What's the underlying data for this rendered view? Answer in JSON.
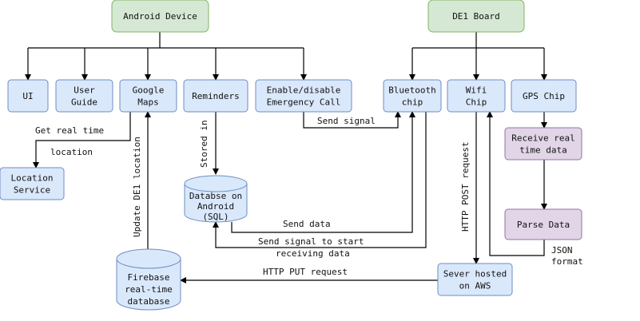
{
  "nodes": {
    "android_device": {
      "lines": [
        "Android Device"
      ],
      "color": "#d5e8d4",
      "stroke": "#82b366"
    },
    "de1_board": {
      "lines": [
        "DE1 Board"
      ],
      "color": "#d5e8d4",
      "stroke": "#82b366"
    },
    "ui": {
      "lines": [
        "UI"
      ],
      "color": "#dae8fc",
      "stroke": "#6c8ebf"
    },
    "user_guide": {
      "lines": [
        "User",
        "Guide"
      ],
      "color": "#dae8fc",
      "stroke": "#6c8ebf"
    },
    "google_maps": {
      "lines": [
        "Google",
        "Maps"
      ],
      "color": "#dae8fc",
      "stroke": "#6c8ebf"
    },
    "reminders": {
      "lines": [
        "Reminders"
      ],
      "color": "#dae8fc",
      "stroke": "#6c8ebf"
    },
    "emergency_call": {
      "lines": [
        "Enable/disable",
        "Emergency Call"
      ],
      "color": "#dae8fc",
      "stroke": "#6c8ebf"
    },
    "bluetooth_chip": {
      "lines": [
        "Bluetooth",
        "chip"
      ],
      "color": "#dae8fc",
      "stroke": "#6c8ebf"
    },
    "wifi_chip": {
      "lines": [
        "Wifi",
        "Chip"
      ],
      "color": "#dae8fc",
      "stroke": "#6c8ebf"
    },
    "gps_chip": {
      "lines": [
        "GPS Chip"
      ],
      "color": "#dae8fc",
      "stroke": "#6c8ebf"
    },
    "location_service": {
      "lines": [
        "Location",
        "Service"
      ],
      "color": "#dae8fc",
      "stroke": "#6c8ebf"
    },
    "receive_data": {
      "lines": [
        "Receive real",
        "time data"
      ],
      "color": "#e1d5e7",
      "stroke": "#9673a6"
    },
    "parse_data": {
      "lines": [
        "Parse Data"
      ],
      "color": "#e1d5e7",
      "stroke": "#9673a6"
    },
    "database_android": {
      "lines": [
        "Databse on",
        "Android",
        "(SQL)"
      ],
      "color": "#dae8fc",
      "stroke": "#6c8ebf"
    },
    "firebase": {
      "lines": [
        "Firebase",
        "real-time",
        "database"
      ],
      "color": "#dae8fc",
      "stroke": "#6c8ebf"
    },
    "server_aws": {
      "lines": [
        "Sever hosted",
        "on AWS"
      ],
      "color": "#dae8fc",
      "stroke": "#6c8ebf"
    }
  },
  "edge_labels": {
    "get_real_time": "Get real time",
    "location": "location",
    "stored_in": "Stored in",
    "update_de1_location": "Update DE1 location",
    "send_signal": "Send signal",
    "send_data": "Send data",
    "send_signal_start": "Send signal to start",
    "receiving_data": "receiving data",
    "http_post": "HTTP POST request",
    "http_put": "HTTP PUT request",
    "json": "JSON",
    "format": "format"
  }
}
